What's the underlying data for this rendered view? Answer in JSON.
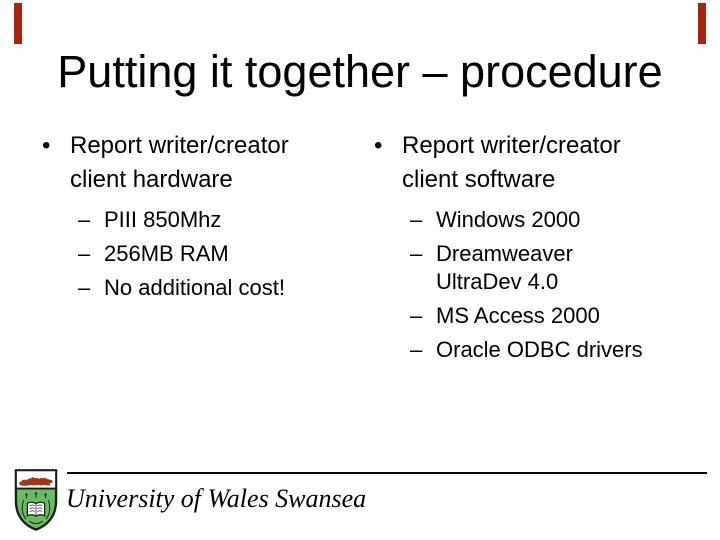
{
  "slide": {
    "title": "Putting it together – procedure",
    "bullet_glyph": "•",
    "dash_glyph": "–",
    "columns": [
      {
        "heading": "Report writer/creator client hardware",
        "items": [
          "PIII 850Mhz",
          "256MB RAM",
          "No additional cost!"
        ]
      },
      {
        "heading": "Report writer/creator client software",
        "items": [
          "Windows 2000",
          "Dreamweaver UltraDev 4.0",
          "MS Access 2000",
          "Oracle ODBC drivers"
        ]
      }
    ],
    "footer": {
      "institution": "University of Wales Swansea"
    },
    "logo": {
      "name": "university-of-wales-swansea-crest",
      "colors": {
        "shield_green": "#69bd60",
        "chief_white": "#ffffff",
        "dragon_red": "#a63517",
        "outline": "#1a1a1a",
        "book_white": "#ffffff"
      }
    },
    "decorations": {
      "corner_mark_color": "#a8250f"
    },
    "colors": {
      "background": "#ffffff",
      "text": "#000000",
      "footer_rule": "#000000"
    }
  }
}
